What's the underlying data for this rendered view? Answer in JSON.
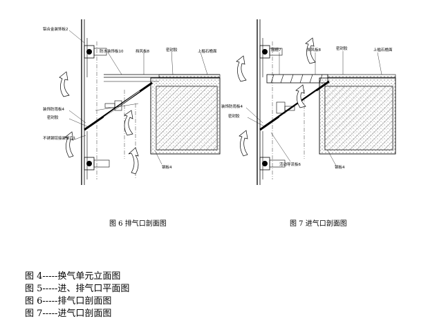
{
  "figure6": {
    "caption": "图 6   排气口剖面图",
    "labels": {
      "top_left": "铝合金装饰板2",
      "a": "防水装饰板10",
      "b": "挡风板8",
      "c": "密封胶",
      "d": "上槛石檐面",
      "e": "装饰防雨板4",
      "f": "密封胶",
      "g": "不锈钢铰接装饰片1",
      "h": "钢板4"
    }
  },
  "figure7": {
    "caption": "图 7   进气口剖面图",
    "labels": {
      "a": "隔栅7",
      "b": "挡风板8",
      "c": "密封胶",
      "d": "上槛石檐面",
      "e": "装饰防雨板4",
      "f": "密封胶",
      "g": "活动导流板6",
      "h": "钢板4"
    }
  },
  "legend": [
    "图 4-----换气单元立面图",
    "图 5-----进、排气口平面图",
    "图 6-----排气口剖面图",
    "图 7-----进气口剖面图"
  ]
}
